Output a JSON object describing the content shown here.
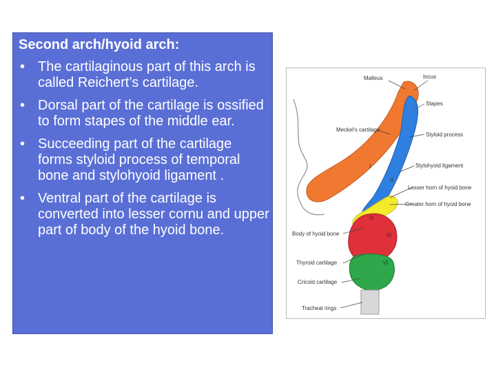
{
  "slide": {
    "heading": "Second arch/hyoid arch:",
    "bullets": [
      "The cartilaginous part of this arch is called Reichert’s cartilage.",
      "Dorsal part of the cartilage is ossified to form stapes of the middle ear.",
      "Succeeding part of the cartilage forms styloid process of temporal bone and stylohyoid ligament .",
      "Ventral part of the cartilage is converted into lesser cornu and upper part of body of the hyoid bone."
    ],
    "bullet_symbol": "•"
  },
  "figure": {
    "labels": {
      "malleus": "Malleus",
      "incus": "Incus",
      "stapes": "Stapes",
      "meckels": "Meckel's cartilage",
      "styloid": "Styloid process",
      "stylohyoid": "Stylohyoid ligament",
      "lesser_horn": "Lesser horn of hyoid bone",
      "greater_horn": "Greater horn of hyoid bone",
      "body_hyoid": "Body of hyoid bone",
      "thyroid": "Thyroid cartilage",
      "cricoid": "Cricoid cartilage",
      "tracheal": "Tracheal rings"
    },
    "roman": {
      "I": "I",
      "II": "II",
      "III": "III",
      "IV": "IV",
      "VI": "VI"
    },
    "colors": {
      "arch1": "#f07830",
      "arch2": "#2f7fe0",
      "arch3": "#f2ea2a",
      "arch4": "#e0303a",
      "arch6": "#2ea84a"
    }
  }
}
